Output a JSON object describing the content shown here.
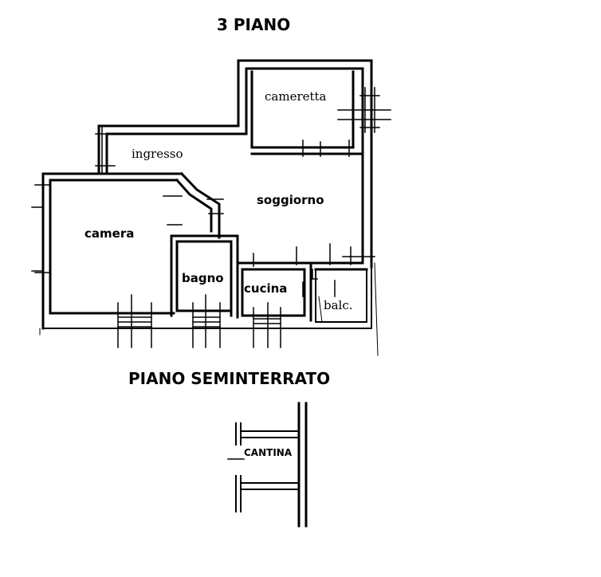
{
  "titles": {
    "floor3": "3 PIANO",
    "basement": "PIANO SEMINTERRATO"
  },
  "rooms": {
    "cameretta": "cameretta",
    "ingresso": "ingresso",
    "soggiorno": "soggiorno",
    "camera": "camera",
    "bagno": "bagno",
    "cucina": "cucina",
    "balcone": "balc.",
    "cantina": "CANTINA"
  },
  "colors": {
    "wall": "#000000",
    "background": "#ffffff"
  }
}
